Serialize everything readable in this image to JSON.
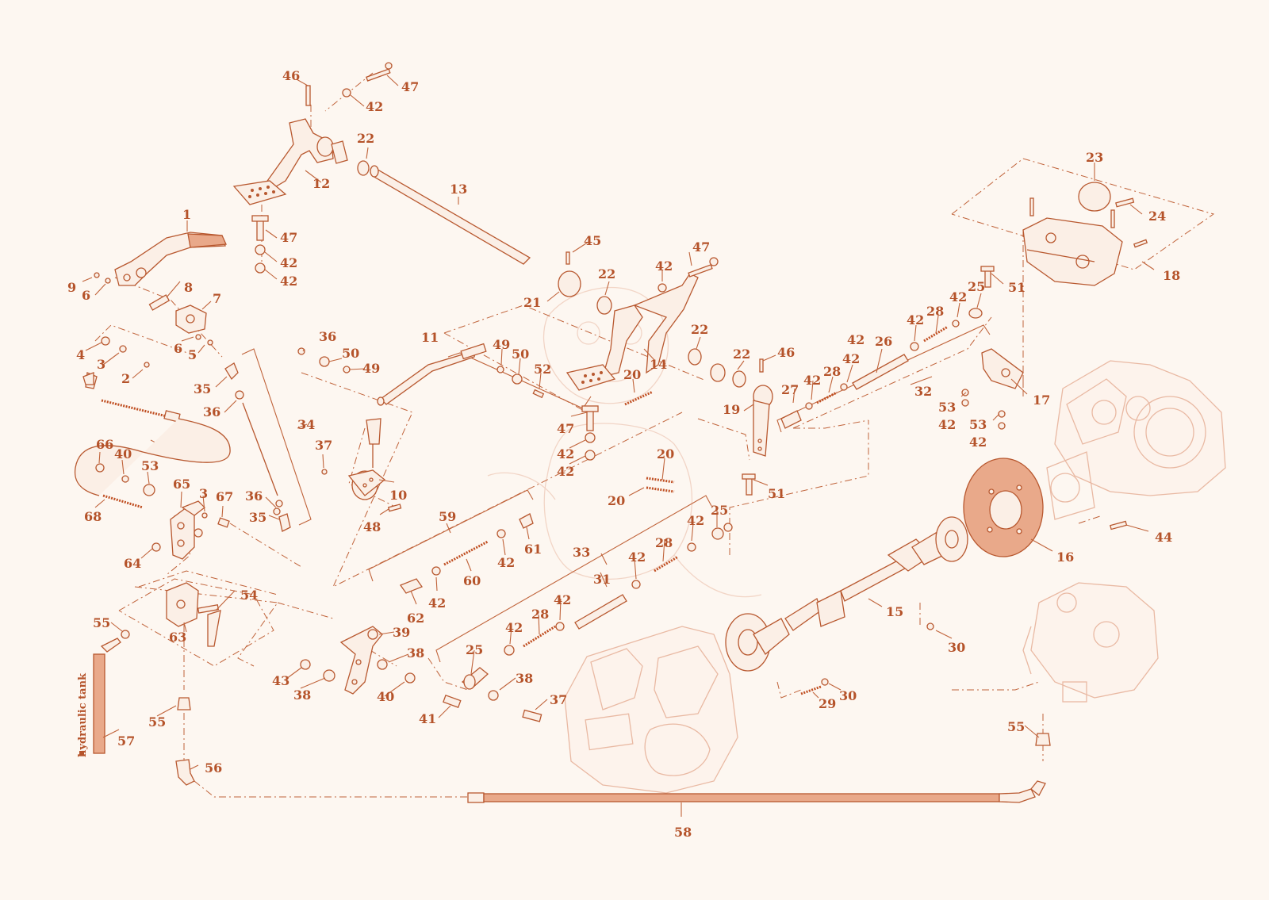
{
  "diagram": {
    "side_label": "hydraulic tank",
    "colors": {
      "ink": "#b5532a",
      "background": "#fdf7f1",
      "ghost": "#e9b9a3"
    },
    "callouts": [
      {
        "id": "c1",
        "text": "1"
      },
      {
        "id": "c2",
        "text": "2"
      },
      {
        "id": "c3a",
        "text": "3"
      },
      {
        "id": "c3b",
        "text": "3"
      },
      {
        "id": "c4",
        "text": "4"
      },
      {
        "id": "c5",
        "text": "5"
      },
      {
        "id": "c6a",
        "text": "6"
      },
      {
        "id": "c6b",
        "text": "6"
      },
      {
        "id": "c7",
        "text": "7"
      },
      {
        "id": "c8",
        "text": "8"
      },
      {
        "id": "c9",
        "text": "9"
      },
      {
        "id": "c10",
        "text": "10"
      },
      {
        "id": "c11",
        "text": "11"
      },
      {
        "id": "c12",
        "text": "12"
      },
      {
        "id": "c13",
        "text": "13"
      },
      {
        "id": "c14",
        "text": "14"
      },
      {
        "id": "c15",
        "text": "15"
      },
      {
        "id": "c16",
        "text": "16"
      },
      {
        "id": "c17",
        "text": "17"
      },
      {
        "id": "c18",
        "text": "18"
      },
      {
        "id": "c19",
        "text": "19"
      },
      {
        "id": "c20a",
        "text": "20"
      },
      {
        "id": "c20b",
        "text": "20"
      },
      {
        "id": "c20c",
        "text": "20"
      },
      {
        "id": "c21",
        "text": "21"
      },
      {
        "id": "c22a",
        "text": "22"
      },
      {
        "id": "c22b",
        "text": "22"
      },
      {
        "id": "c22c",
        "text": "22"
      },
      {
        "id": "c22d",
        "text": "22"
      },
      {
        "id": "c23",
        "text": "23"
      },
      {
        "id": "c24",
        "text": "24"
      },
      {
        "id": "c25a",
        "text": "25"
      },
      {
        "id": "c25b",
        "text": "25"
      },
      {
        "id": "c25c",
        "text": "25"
      },
      {
        "id": "c26",
        "text": "26"
      },
      {
        "id": "c27",
        "text": "27"
      },
      {
        "id": "c28a",
        "text": "28"
      },
      {
        "id": "c28b",
        "text": "28"
      },
      {
        "id": "c28c",
        "text": "28"
      },
      {
        "id": "c28d",
        "text": "28"
      },
      {
        "id": "c29",
        "text": "29"
      },
      {
        "id": "c30a",
        "text": "30"
      },
      {
        "id": "c30b",
        "text": "30"
      },
      {
        "id": "c31",
        "text": "31"
      },
      {
        "id": "c32",
        "text": "32"
      },
      {
        "id": "c33",
        "text": "33"
      },
      {
        "id": "c34",
        "text": "34"
      },
      {
        "id": "c35a",
        "text": "35"
      },
      {
        "id": "c35b",
        "text": "35"
      },
      {
        "id": "c36a",
        "text": "36"
      },
      {
        "id": "c36b",
        "text": "36"
      },
      {
        "id": "c36c",
        "text": "36"
      },
      {
        "id": "c37a",
        "text": "37"
      },
      {
        "id": "c37b",
        "text": "37"
      },
      {
        "id": "c38a",
        "text": "38"
      },
      {
        "id": "c38b",
        "text": "38"
      },
      {
        "id": "c38c",
        "text": "38"
      },
      {
        "id": "c39",
        "text": "39"
      },
      {
        "id": "c40a",
        "text": "40"
      },
      {
        "id": "c40b",
        "text": "40"
      },
      {
        "id": "c41",
        "text": "41"
      },
      {
        "id": "c42a",
        "text": "42"
      },
      {
        "id": "c42b",
        "text": "42"
      },
      {
        "id": "c42c",
        "text": "42"
      },
      {
        "id": "c42d",
        "text": "42"
      },
      {
        "id": "c42e",
        "text": "42"
      },
      {
        "id": "c42f",
        "text": "42"
      },
      {
        "id": "c42g",
        "text": "42"
      },
      {
        "id": "c42h",
        "text": "42"
      },
      {
        "id": "c42i",
        "text": "42"
      },
      {
        "id": "c42j",
        "text": "42"
      },
      {
        "id": "c42k",
        "text": "42"
      },
      {
        "id": "c42l",
        "text": "42"
      },
      {
        "id": "c42m",
        "text": "42"
      },
      {
        "id": "c42n",
        "text": "42"
      },
      {
        "id": "c42o",
        "text": "42"
      },
      {
        "id": "c42p",
        "text": "42"
      },
      {
        "id": "c42q",
        "text": "42"
      },
      {
        "id": "c42r",
        "text": "42"
      },
      {
        "id": "c42s",
        "text": "42"
      },
      {
        "id": "c42t",
        "text": "42"
      },
      {
        "id": "c43",
        "text": "43"
      },
      {
        "id": "c44",
        "text": "44"
      },
      {
        "id": "c45",
        "text": "45"
      },
      {
        "id": "c46a",
        "text": "46"
      },
      {
        "id": "c46b",
        "text": "46"
      },
      {
        "id": "c47a",
        "text": "47"
      },
      {
        "id": "c47b",
        "text": "47"
      },
      {
        "id": "c47c",
        "text": "47"
      },
      {
        "id": "c47d",
        "text": "47"
      },
      {
        "id": "c48",
        "text": "48"
      },
      {
        "id": "c49a",
        "text": "49"
      },
      {
        "id": "c49b",
        "text": "49"
      },
      {
        "id": "c50a",
        "text": "50"
      },
      {
        "id": "c50b",
        "text": "50"
      },
      {
        "id": "c51a",
        "text": "51"
      },
      {
        "id": "c51b",
        "text": "51"
      },
      {
        "id": "c52",
        "text": "52"
      },
      {
        "id": "c53a",
        "text": "53"
      },
      {
        "id": "c53b",
        "text": "53"
      },
      {
        "id": "c53c",
        "text": "53"
      },
      {
        "id": "c54",
        "text": "54"
      },
      {
        "id": "c55a",
        "text": "55"
      },
      {
        "id": "c55b",
        "text": "55"
      },
      {
        "id": "c55c",
        "text": "55"
      },
      {
        "id": "c56",
        "text": "56"
      },
      {
        "id": "c57",
        "text": "57"
      },
      {
        "id": "c58",
        "text": "58"
      },
      {
        "id": "c59",
        "text": "59"
      },
      {
        "id": "c60",
        "text": "60"
      },
      {
        "id": "c61",
        "text": "61"
      },
      {
        "id": "c62",
        "text": "62"
      },
      {
        "id": "c63",
        "text": "63"
      },
      {
        "id": "c64",
        "text": "64"
      },
      {
        "id": "c65",
        "text": "65"
      },
      {
        "id": "c66",
        "text": "66"
      },
      {
        "id": "c67",
        "text": "67"
      },
      {
        "id": "c68",
        "text": "68"
      }
    ]
  }
}
